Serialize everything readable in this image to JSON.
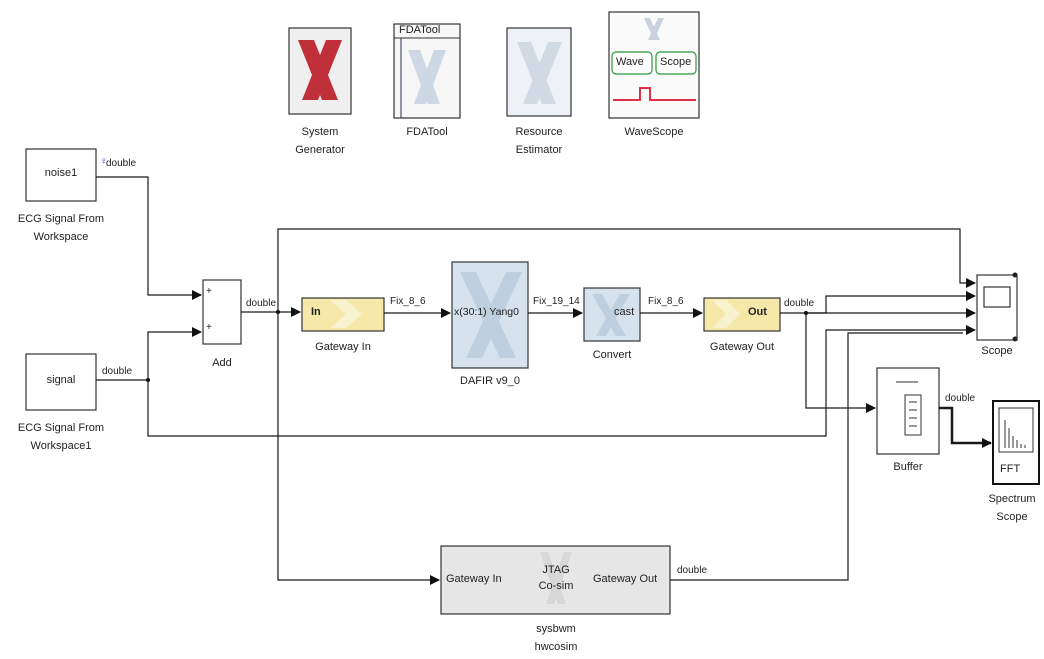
{
  "toolbar_blocks": [
    {
      "id": "system-generator",
      "lines": [
        "System",
        "Generator"
      ]
    },
    {
      "id": "fdatool",
      "lines": [
        "FDATool"
      ],
      "icon_text": "FDATool"
    },
    {
      "id": "resource-estimator",
      "lines": [
        "Resource",
        "Estimator"
      ]
    },
    {
      "id": "wavescope",
      "lines": [
        "WaveScope"
      ],
      "icon_texts": [
        "Wave",
        "Scope"
      ]
    }
  ],
  "sources": {
    "noise": {
      "block_text": "noise1",
      "caption": [
        "ECG Signal From",
        "Workspace"
      ],
      "out_type": "double"
    },
    "signal": {
      "block_text": "signal",
      "caption": [
        "ECG Signal From",
        "Workspace1"
      ],
      "out_type": "double"
    }
  },
  "add": {
    "caption": "Add",
    "ports": [
      "+",
      "+"
    ],
    "out_type": "double"
  },
  "gateway_in": {
    "block_text": "In",
    "caption": "Gateway In",
    "out_type": "Fix_8_6"
  },
  "dafir": {
    "ports_text": "x(30:1) Yang0",
    "caption": "DAFIR v9_0",
    "out_type": "Fix_19_14"
  },
  "convert": {
    "block_text": "cast",
    "caption": "Convert",
    "out_type": "Fix_8_6"
  },
  "gateway_out": {
    "block_text": "Out",
    "caption": "Gateway Out",
    "out_type": "double"
  },
  "scope": {
    "caption": "Scope"
  },
  "buffer": {
    "caption": "Buffer",
    "out_type": "double"
  },
  "spectrum": {
    "block_text": "FFT",
    "caption": [
      "Spectrum",
      "Scope"
    ]
  },
  "jtag": {
    "in_label": "Gateway In",
    "center": [
      "JTAG",
      "Co-sim"
    ],
    "out_label": "Gateway Out",
    "out_type": "double",
    "caption": [
      "sysbwm",
      "hwcosim"
    ]
  },
  "colors": {
    "xilinx_red": "#c0303a",
    "gateway_yellow": "#f5e8a8",
    "xilinx_blue": "#d6e3ef",
    "line": "#1a1a1a"
  }
}
